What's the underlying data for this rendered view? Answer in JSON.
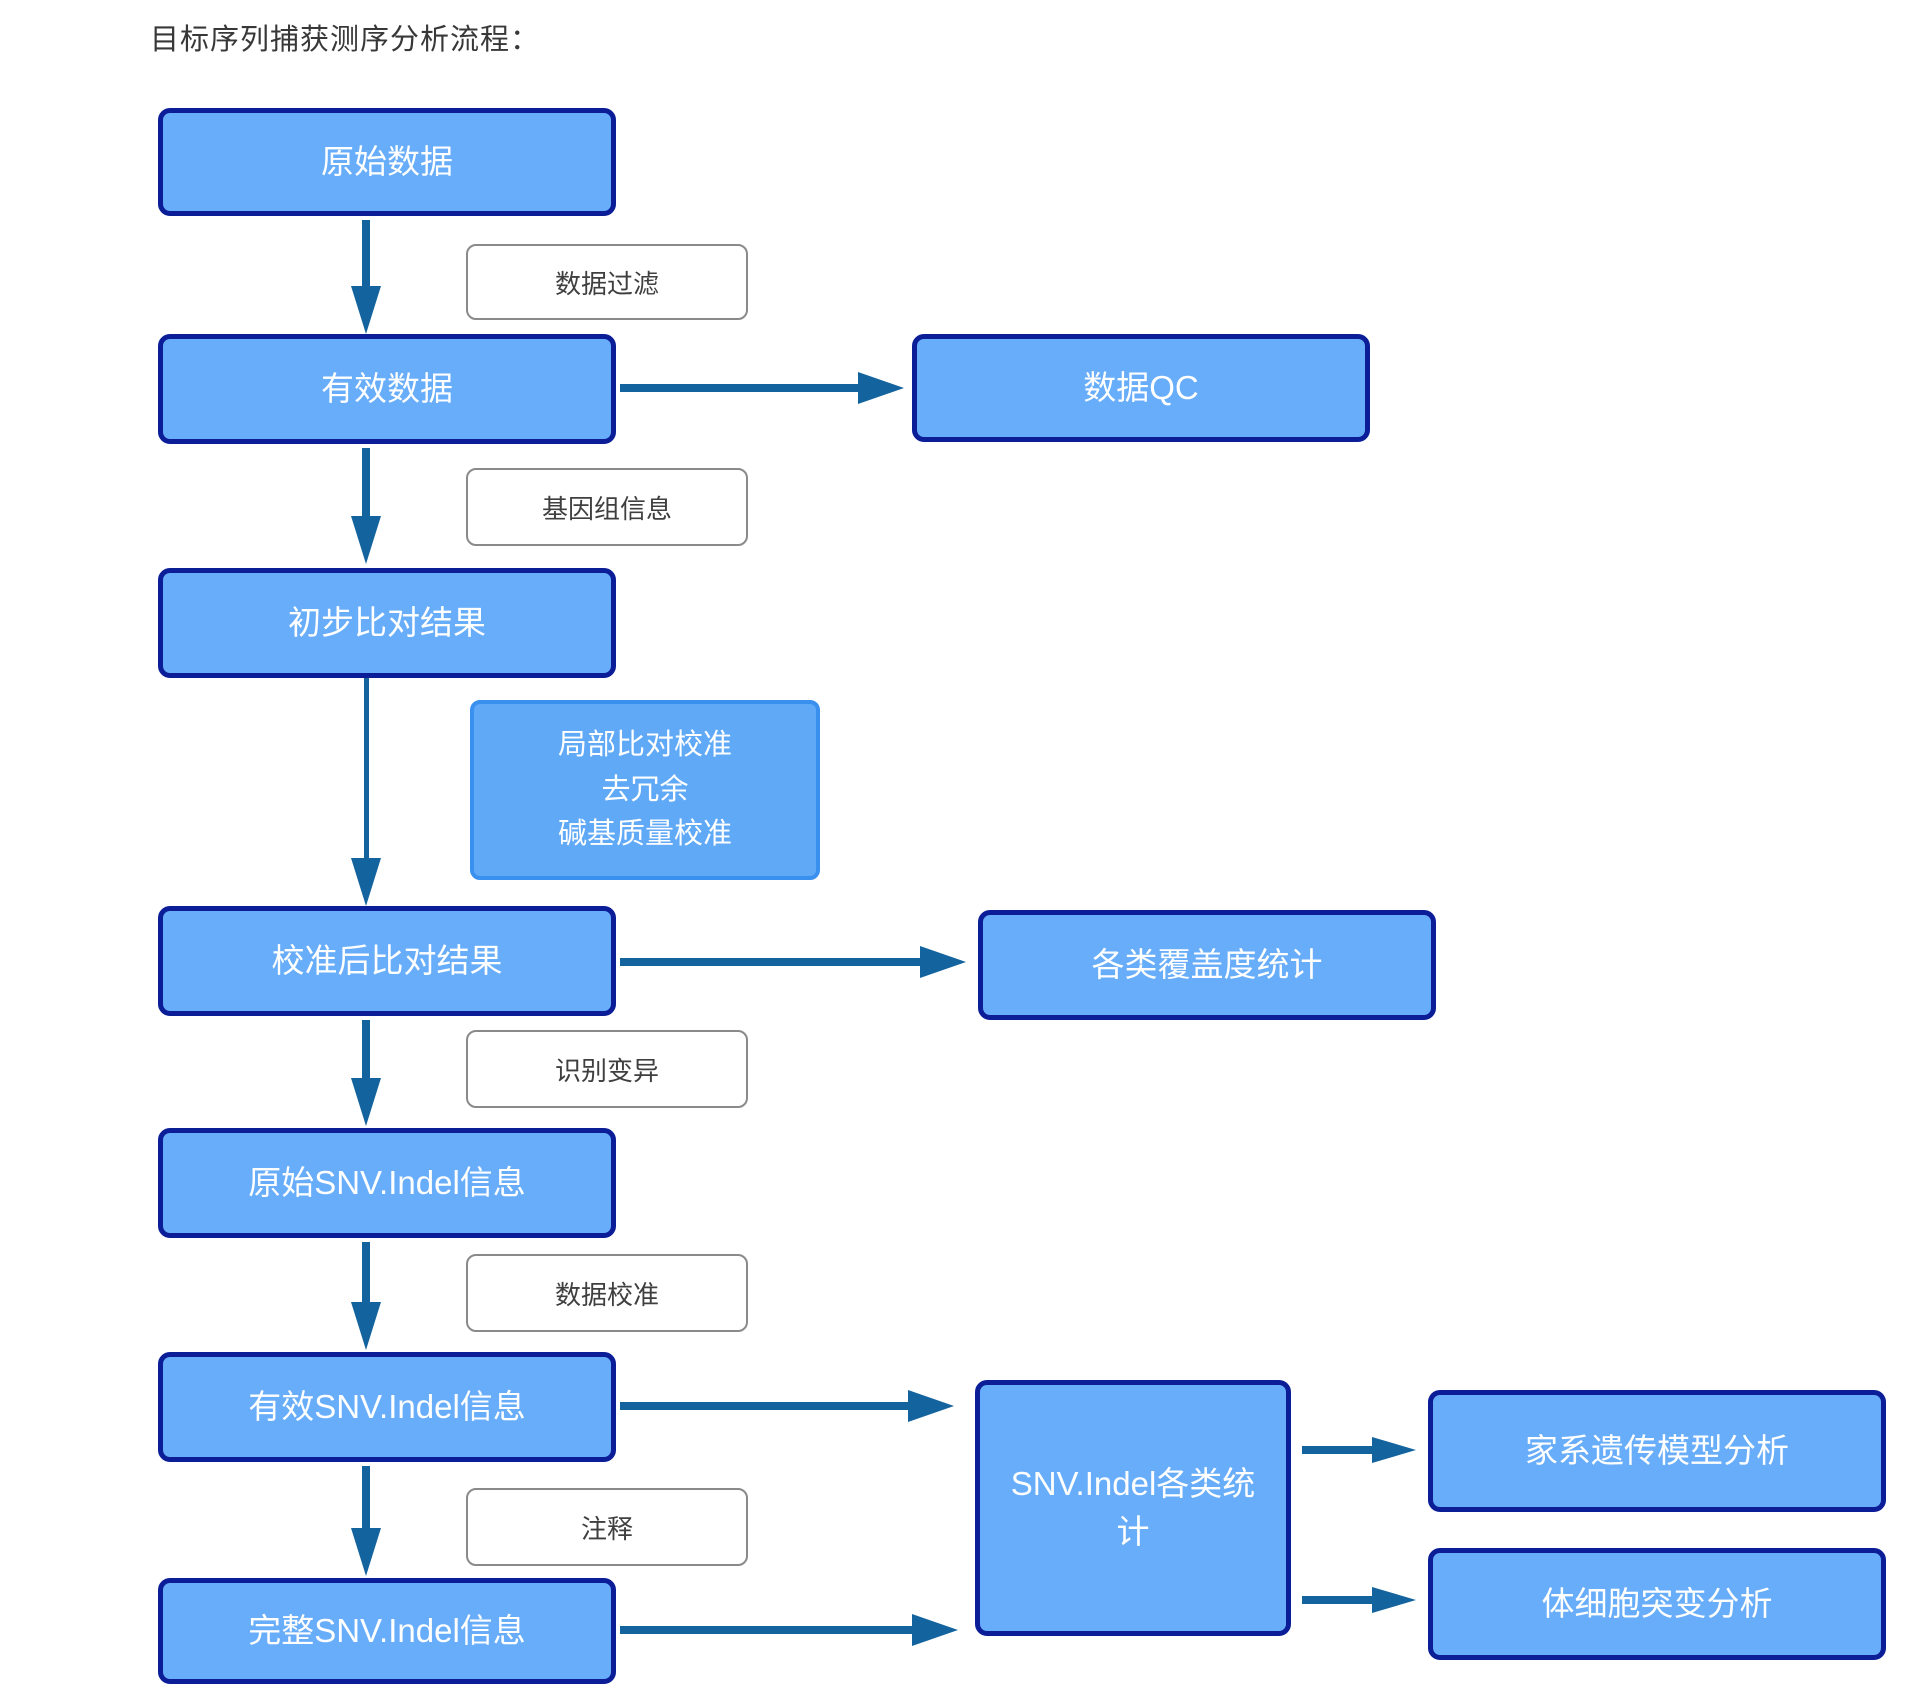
{
  "title": "目标序列捕获测序分析流程：",
  "boxes": {
    "raw_data": "原始数据",
    "valid_data": "有效数据",
    "data_qc": "数据QC",
    "initial_alignment": "初步比对结果",
    "calibrated_alignment": "校准后比对结果",
    "coverage_stats": "各类覆盖度统计",
    "raw_snv_indel": "原始SNV.Indel信息",
    "valid_snv_indel": "有效SNV.Indel信息",
    "complete_snv_indel": "完整SNV.Indel信息",
    "snv_indel_stats": "SNV.Indel各类统计",
    "family_model": "家系遗传模型分析",
    "somatic_mutation": "体细胞突变分析"
  },
  "step_labels": {
    "data_filter": "数据过滤",
    "genome_info": "基因组信息",
    "local_realign": [
      "局部比对校准",
      "去冗余",
      "碱基质量校准"
    ],
    "variant_calling": "识别变异",
    "data_calibration": "数据校准",
    "annotation": "注释"
  },
  "edges": [
    {
      "from": "raw_data",
      "to": "valid_data",
      "via": "数据过滤"
    },
    {
      "from": "valid_data",
      "to": "data_qc"
    },
    {
      "from": "valid_data",
      "to": "initial_alignment",
      "via": "基因组信息"
    },
    {
      "from": "initial_alignment",
      "to": "calibrated_alignment",
      "via": "局部比对校准 去冗余 碱基质量校准"
    },
    {
      "from": "calibrated_alignment",
      "to": "coverage_stats"
    },
    {
      "from": "calibrated_alignment",
      "to": "raw_snv_indel",
      "via": "识别变异"
    },
    {
      "from": "raw_snv_indel",
      "to": "valid_snv_indel",
      "via": "数据校准"
    },
    {
      "from": "valid_snv_indel",
      "to": "snv_indel_stats"
    },
    {
      "from": "valid_snv_indel",
      "to": "complete_snv_indel",
      "via": "注释"
    },
    {
      "from": "complete_snv_indel",
      "to": "snv_indel_stats"
    },
    {
      "from": "snv_indel_stats",
      "to": "family_model"
    },
    {
      "from": "snv_indel_stats",
      "to": "somatic_mutation"
    }
  ],
  "colors": {
    "node_fill": "#68adf9",
    "node_border": "#0b1d97",
    "process_fill": "#5fa9f7",
    "process_border": "#3a90ee",
    "arrow": "#13639e",
    "step_label_border": "#8a8a8a",
    "step_label_text": "#3f3f3f",
    "node_text": "#ffffff",
    "title_text": "#383838"
  }
}
